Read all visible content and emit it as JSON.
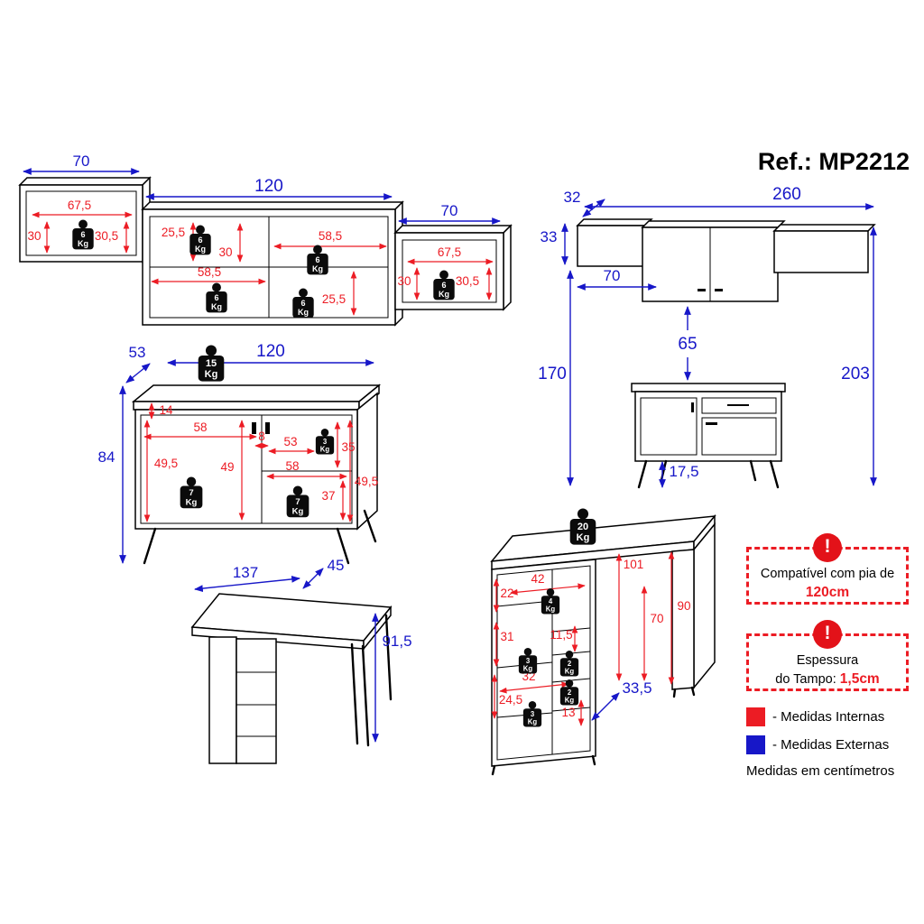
{
  "title": "Ref.: MP2212",
  "unit_kg": "Kg",
  "warning_glyph": "!",
  "colors": {
    "internal_red": "#EC1C24",
    "external_blue": "#1717C8",
    "line_black": "#000000"
  },
  "wall_front": {
    "w_left": "70",
    "w_mid": "120",
    "w_right": "70",
    "left": {
      "w": "67,5",
      "h1": "30",
      "h2": "30,5",
      "kg": "6"
    },
    "mid": {
      "h1": "25,5",
      "w1": "58,5",
      "h2": "30",
      "w2": "58,5",
      "h3": "25,5",
      "kg1": "6",
      "kg2": "6",
      "kg3": "6",
      "kg4": "6"
    },
    "right": {
      "w": "67,5",
      "h1": "30",
      "h2": "30,5",
      "kg": "6"
    }
  },
  "elevation": {
    "depth": "32",
    "total_width": "260",
    "wall_height": "33",
    "left_width": "70",
    "gap": "65",
    "wall_bottom_height": "170",
    "total_height": "203",
    "leg_height": "17,5"
  },
  "buffet": {
    "depth": "53",
    "width": "120",
    "height": "84",
    "kg_top": "15",
    "top_gap": "14",
    "w1": "58",
    "h1": "49,5",
    "h2": "49",
    "gap": "8",
    "w2": "53",
    "kg_shelf": "3",
    "h3": "35",
    "w3": "58",
    "h4": "37",
    "h5": "49,5",
    "kg_left": "7",
    "kg_right": "7"
  },
  "desk": {
    "width": "137",
    "depth": "45",
    "height": "91,5"
  },
  "counter": {
    "kg_top": "20",
    "h1": "22",
    "w1": "42",
    "kg1": "4",
    "open_w": "101",
    "open_h": "70",
    "right_h": "90",
    "h2": "31",
    "h3": "11,5",
    "kg2": "3",
    "kg3": "2",
    "w2": "32",
    "h4": "24,5",
    "kg4": "3",
    "kg5": "2",
    "h5": "13",
    "depth": "33,5"
  },
  "notices": {
    "sink": {
      "line1": "Compatível com pia de",
      "highlight": "120cm"
    },
    "top": {
      "line1": "Espessura",
      "line2": "do Tampo:",
      "highlight": "1,5cm"
    }
  },
  "legend": {
    "internal": "- Medidas Internas",
    "external": "- Medidas Externas",
    "units": "Medidas em centímetros"
  }
}
